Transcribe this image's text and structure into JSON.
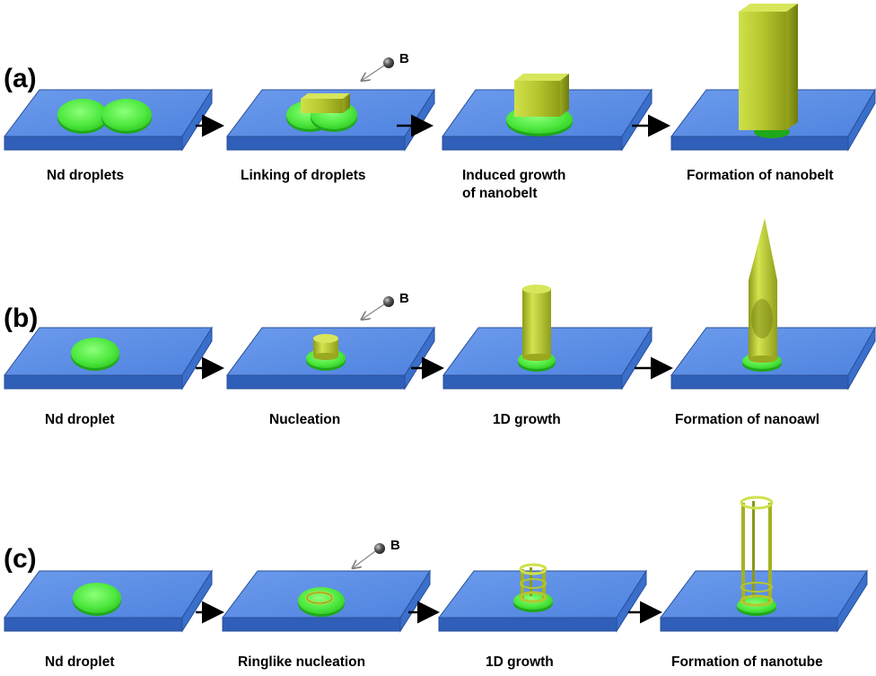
{
  "rows": [
    {
      "label": "(a)",
      "steps": [
        {
          "caption": [
            "Nd droplets"
          ]
        },
        {
          "caption": [
            "Linking of  droplets"
          ]
        },
        {
          "caption": [
            "Induced growth",
            "of nanobelt"
          ]
        },
        {
          "caption": [
            "Formation of nanobelt"
          ]
        }
      ]
    },
    {
      "label": "(b)",
      "steps": [
        {
          "caption": [
            "Nd droplet"
          ]
        },
        {
          "caption": [
            "Nucleation"
          ]
        },
        {
          "caption": [
            "1D growth"
          ]
        },
        {
          "caption": [
            "Formation of nanoawl"
          ]
        }
      ]
    },
    {
      "label": "(c)",
      "steps": [
        {
          "caption": [
            "Nd droplet"
          ]
        },
        {
          "caption": [
            "Ringlike nucleation"
          ]
        },
        {
          "caption": [
            "1D growth"
          ]
        },
        {
          "caption": [
            "Formation of nanotube"
          ]
        }
      ]
    }
  ],
  "boron_label": "B",
  "colors": {
    "substrate_top": "#5b8ee6",
    "substrate_front": "#2f5fb8",
    "substrate_side": "#3a6fcc",
    "droplet": "#4ee83f",
    "droplet_dark": "#1fa81a",
    "crystal": "#b8c832",
    "crystal_dark": "#7e8a14",
    "arrow": "#000000",
    "boron": "#555555"
  }
}
